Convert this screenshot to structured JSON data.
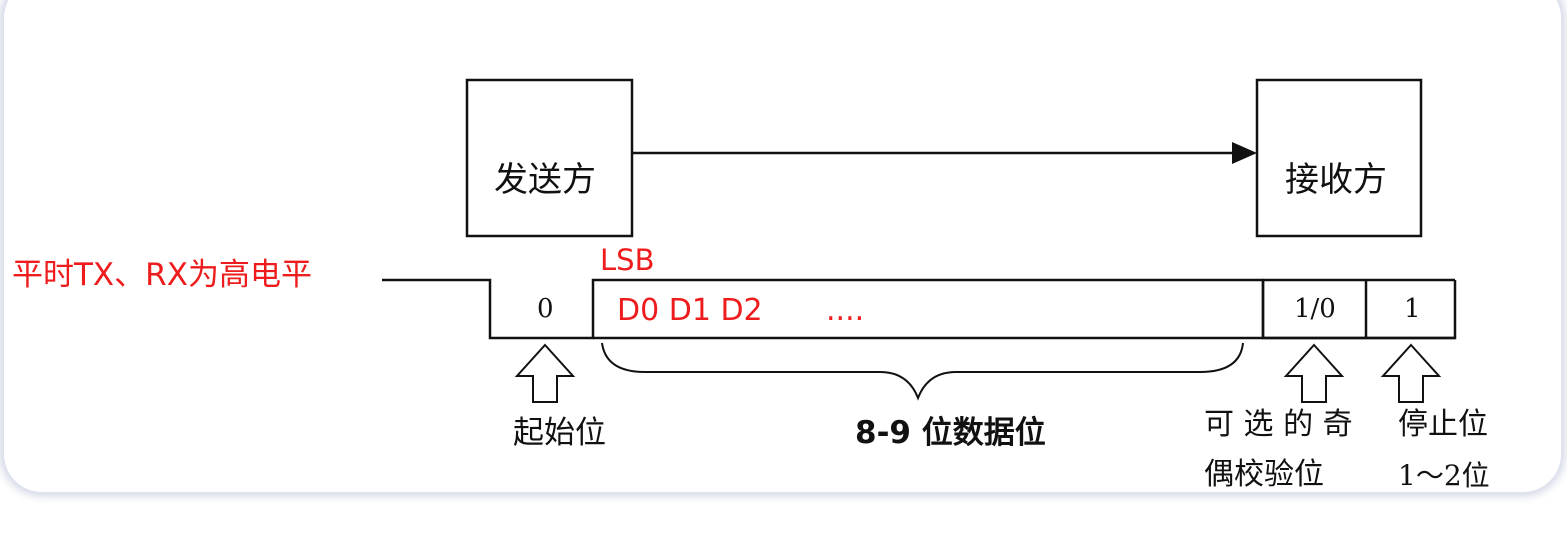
{
  "diagram": {
    "sender_label": "发送方",
    "receiver_label": "接收方",
    "idle_note": "平时TX、RX为高电平",
    "lsb_label": "LSB",
    "start_bit_value": "0",
    "data_bits_text": "D0 D1 D2",
    "data_bits_ellipsis": "....",
    "parity_value": "1/0",
    "stop_value": "1",
    "start_bit_caption": "起始位",
    "data_bits_caption": "8-9 位数据位",
    "parity_caption_line1": "可 选 的 奇",
    "parity_caption_line2": "偶校验位",
    "stop_caption_line1": "停止位",
    "stop_caption_line2": "1～2位",
    "colors": {
      "note_red": "#ee1c1c",
      "line": "#111111",
      "border_glow": "#c9cfdf"
    }
  }
}
